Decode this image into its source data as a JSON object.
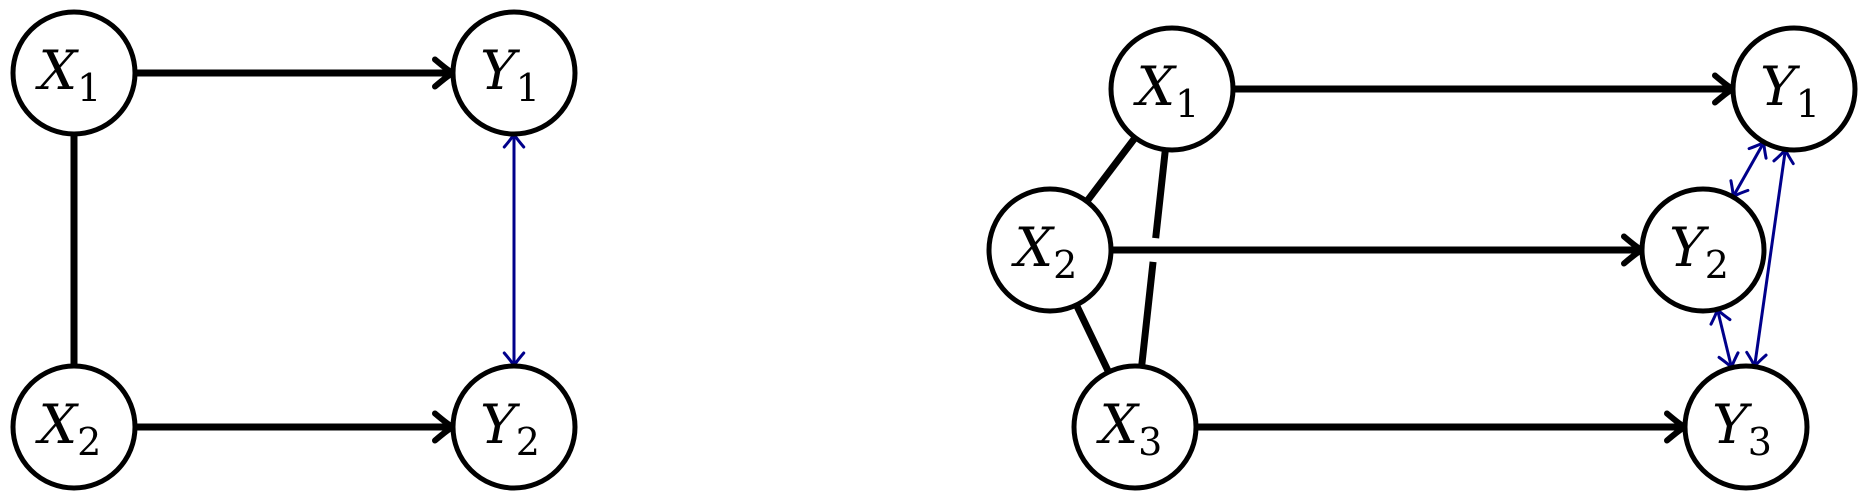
{
  "colors": {
    "node_stroke": "#000000",
    "directed_edge": "#000000",
    "undirected_edge": "#000000",
    "bidirected_edge": "#00008b",
    "background": "#ffffff"
  },
  "diagrams": [
    {
      "name": "left-graph",
      "nodes": [
        {
          "id": "L_X1",
          "var": "X",
          "sub": "1"
        },
        {
          "id": "L_Y1",
          "var": "Y",
          "sub": "1"
        },
        {
          "id": "L_X2",
          "var": "X",
          "sub": "2"
        },
        {
          "id": "L_Y2",
          "var": "Y",
          "sub": "2"
        }
      ],
      "edges": [
        {
          "from": "L_X1",
          "to": "L_Y1",
          "type": "directed"
        },
        {
          "from": "L_X2",
          "to": "L_Y2",
          "type": "directed"
        },
        {
          "from": "L_X1",
          "to": "L_X2",
          "type": "undirected"
        },
        {
          "from": "L_Y1",
          "to": "L_Y2",
          "type": "bidirected"
        }
      ]
    },
    {
      "name": "right-graph",
      "nodes": [
        {
          "id": "R_X1",
          "var": "X",
          "sub": "1"
        },
        {
          "id": "R_X2",
          "var": "X",
          "sub": "2"
        },
        {
          "id": "R_X3",
          "var": "X",
          "sub": "3"
        },
        {
          "id": "R_Y1",
          "var": "Y",
          "sub": "1"
        },
        {
          "id": "R_Y2",
          "var": "Y",
          "sub": "2"
        },
        {
          "id": "R_Y3",
          "var": "Y",
          "sub": "3"
        }
      ],
      "edges": [
        {
          "from": "R_X1",
          "to": "R_Y1",
          "type": "directed"
        },
        {
          "from": "R_X2",
          "to": "R_Y2",
          "type": "directed"
        },
        {
          "from": "R_X3",
          "to": "R_Y3",
          "type": "directed"
        },
        {
          "from": "R_X1",
          "to": "R_X2",
          "type": "undirected"
        },
        {
          "from": "R_X2",
          "to": "R_X3",
          "type": "undirected"
        },
        {
          "from": "R_X1",
          "to": "R_X3",
          "type": "undirected",
          "crossing_gap": true
        },
        {
          "from": "R_Y2",
          "to": "R_Y1",
          "type": "bidirected"
        },
        {
          "from": "R_Y1",
          "to": "R_Y3",
          "type": "bidirected"
        },
        {
          "from": "R_Y2",
          "to": "R_Y3",
          "type": "bidirected"
        }
      ]
    }
  ]
}
